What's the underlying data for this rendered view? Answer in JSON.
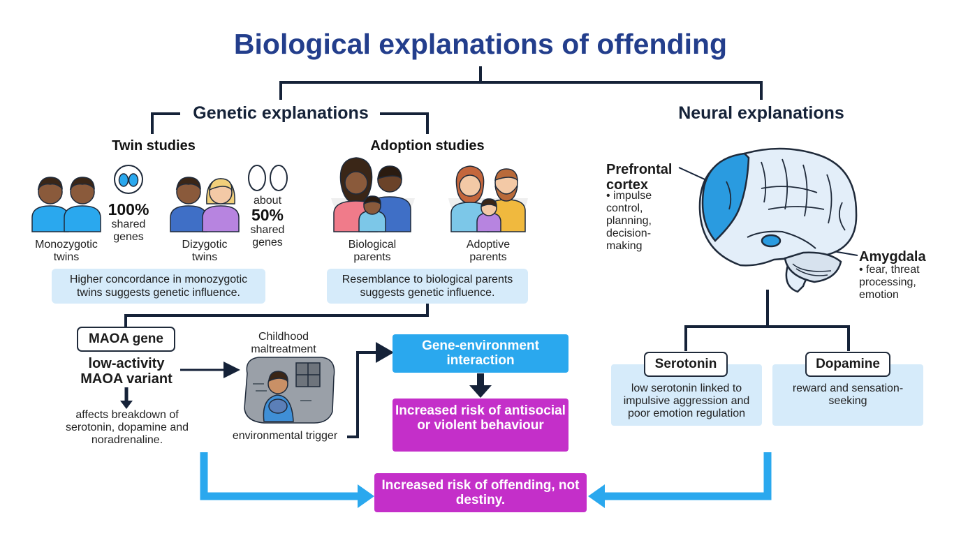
{
  "title": "Biological explanations of offending",
  "genetic": {
    "heading": "Genetic explanations",
    "twin": {
      "heading": "Twin studies",
      "mz_label": "Monozygotic twins",
      "mz_pct": "100%",
      "mz_shared": "shared genes",
      "dz_label": "Dizygotic twins",
      "dz_about": "about",
      "dz_pct": "50%",
      "dz_shared": "shared genes",
      "callout": "Higher concordance in monozygotic twins suggests genetic influence."
    },
    "adoption": {
      "heading": "Adoption studies",
      "bio_label": "Biological parents",
      "adoptive_label": "Adoptive parents",
      "callout": "Resemblance to biological parents suggests genetic influence."
    },
    "maoa": {
      "box": "MAOA gene",
      "variant": "low-activity MAOA variant",
      "effect": "affects breakdown of serotonin, dopamine and noradrenaline.",
      "childhood": "Childhood maltreatment",
      "trigger": "environmental trigger",
      "interaction": "Gene-environment interaction",
      "risk": "Increased risk of antisocial or violent behaviour"
    }
  },
  "neural": {
    "heading": "Neural explanations",
    "pfc": {
      "title": "Prefrontal cortex",
      "desc": "• impulse control, planning, decision-making"
    },
    "amygdala": {
      "title": "Amygdala",
      "desc": "• fear, threat processing, emotion"
    },
    "serotonin": {
      "label": "Serotonin",
      "desc": "low serotonin linked to impulsive aggression and poor emotion regulation"
    },
    "dopamine": {
      "label": "Dopamine",
      "desc": "reward and sensation-seeking"
    }
  },
  "conclusion": "Increased risk of offending, not destiny.",
  "colors": {
    "title": "#233e8c",
    "accent_blue": "#2aa8ee",
    "magenta": "#c42fc9",
    "callout": "#d6ebfa",
    "line": "#152238"
  }
}
